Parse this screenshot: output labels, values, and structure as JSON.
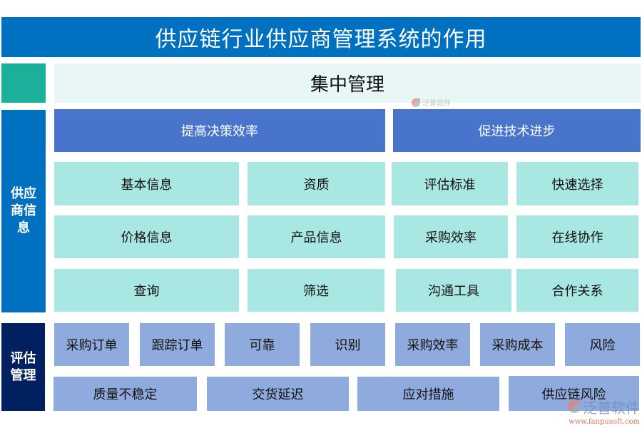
{
  "title": "供应链行业供应商管理系统的作用",
  "focus": {
    "label": "集中管理"
  },
  "colors": {
    "title_bg": "#0070c0",
    "teal_marker": "#1ab09a",
    "focus_bg": "#e9f6f6",
    "band_bg": "#4874cb",
    "cell_bg": "#a9e7e2",
    "eval_bg": "#8faadc",
    "navy_side": "#002060"
  },
  "supplier_info": {
    "side_label": "供应商信息",
    "side_lines": [
      "供应",
      "商信",
      "息"
    ],
    "bands": [
      {
        "label": "提高决策效率"
      },
      {
        "label": "促进技术进步"
      }
    ],
    "rows": [
      [
        "基本信息",
        "资质",
        "评估标准",
        "快速选择"
      ],
      [
        "价格信息",
        "产品信息",
        "采购效率",
        "在线协作"
      ],
      [
        "查询",
        "筛选",
        "沟通工具",
        "合作关系"
      ]
    ]
  },
  "evaluation": {
    "side_label": "评估管理",
    "side_lines": [
      "评估",
      "管理"
    ],
    "row1": [
      "采购订单",
      "跟踪订单",
      "可靠",
      "识别",
      "采购效率",
      "采购成本",
      "风险"
    ],
    "row2": [
      "质量不稳定",
      "交货延迟",
      "应对措施",
      "供应链风险"
    ]
  },
  "watermark": {
    "top_text": "泛普软件",
    "brand": "泛普软件",
    "url": "www.fanpusoft.com"
  }
}
